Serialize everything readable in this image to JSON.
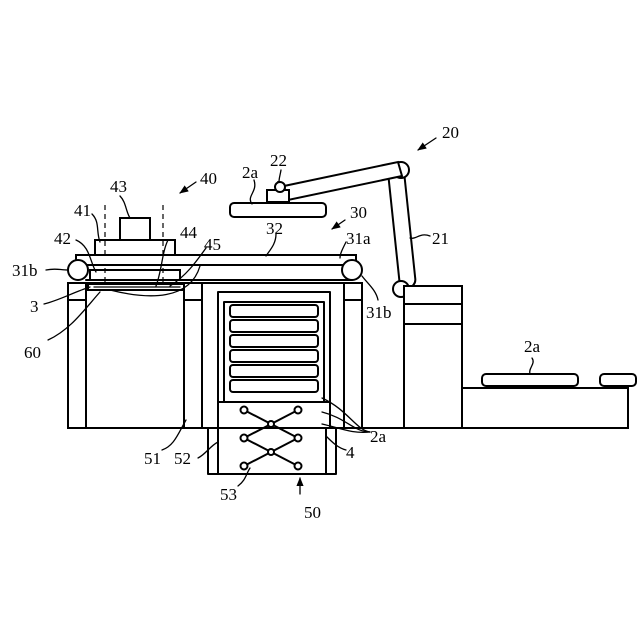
{
  "figure": {
    "labels": {
      "l20": "20",
      "l22": "22",
      "l2a_top": "2a",
      "l40": "40",
      "l43": "43",
      "l41": "41",
      "l30": "30",
      "l32": "32",
      "l31a": "31a",
      "l21": "21",
      "l42": "42",
      "l44": "44",
      "l45": "45",
      "l31b_left": "31b",
      "l3": "3",
      "l31b_right": "31b",
      "l60": "60",
      "l2a_right": "2a",
      "l2a_stack": "2a",
      "l51": "51",
      "l52": "52",
      "l4": "4",
      "l53": "53",
      "l50": "50"
    }
  }
}
